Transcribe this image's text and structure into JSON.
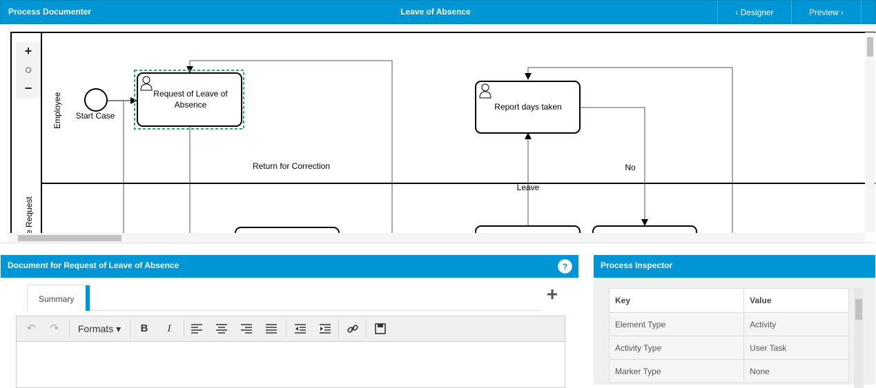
{
  "header": {
    "app_title": "Process Documenter",
    "doc_title": "Leave of Absence",
    "designer_label": "‹ Designer",
    "preview_label": "Preview ›"
  },
  "zoom": {
    "zoom_in": "+",
    "reset": "○",
    "zoom_out": "−"
  },
  "diagram": {
    "lanes": [
      "Employee",
      "e Request"
    ],
    "start_event_label": "Start Case",
    "task_request": [
      "Request of Leave of",
      "Absence"
    ],
    "task_report": "Report days taken",
    "flow_return": "Return for Correction",
    "flow_no": "No",
    "flow_leave": "Leave"
  },
  "document_panel": {
    "title": "Document for Request of Leave of Absence",
    "help_icon": "?",
    "tab_label": "Summary",
    "add_icon": "+",
    "formats_label": "Formats ▾"
  },
  "toolbar_icons": [
    "undo-icon",
    "redo-icon",
    "bold-icon",
    "italic-icon",
    "align-left-icon",
    "align-center-icon",
    "align-right-icon",
    "justify-icon",
    "outdent-icon",
    "indent-icon",
    "link-icon",
    "save-icon"
  ],
  "inspector": {
    "title": "Process Inspector",
    "headers": {
      "key": "Key",
      "value": "Value"
    },
    "rows": [
      {
        "key": "Element Type",
        "value": "Activity"
      },
      {
        "key": "Activity Type",
        "value": "User Task"
      },
      {
        "key": "Marker Type",
        "value": "None"
      }
    ]
  },
  "colors": {
    "accent": "#0096d6",
    "selection": "#2eaa5c"
  }
}
